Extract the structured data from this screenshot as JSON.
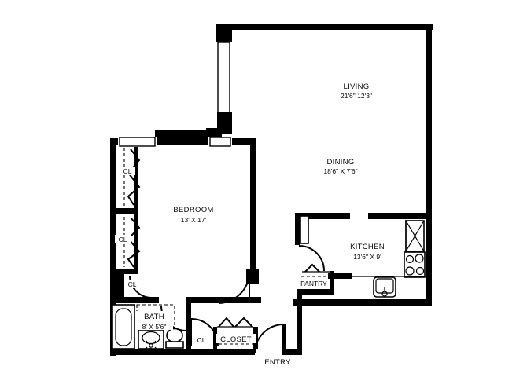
{
  "title": "Apartment floor plan",
  "colors": {
    "wall": "#000000",
    "background": "#ffffff",
    "label_background": "#ffffff",
    "text": "#0a0a0a"
  },
  "labels": {
    "living": {
      "name": "LIVING",
      "dims": "21'6\" 12'3\""
    },
    "dining": {
      "name": "DINING",
      "dims": "18'6\" X 7'6\""
    },
    "bedroom": {
      "name": "BEDROOM",
      "dims": "13' X 17'"
    },
    "kitchen": {
      "name": "KITCHEN",
      "dims": "13'6\" X 9'"
    },
    "bath": {
      "name": "BATH",
      "dims": "8' X 5'6\""
    },
    "pantry": {
      "name": "PANTRY"
    },
    "closet": {
      "name": "CLOSET"
    },
    "entry": {
      "name": "ENTRY"
    },
    "cl": {
      "name": "CL"
    }
  },
  "fixtures": [
    "bathtub-icon",
    "toilet-icon",
    "vanity-sink-icon",
    "kitchen-sink-icon",
    "stove-icon",
    "refrigerator-icon"
  ],
  "symbols": [
    "door-swing-arc",
    "bifold-door",
    "closet-rod-zigzag",
    "shelf-dashed-line",
    "window-double-line"
  ]
}
